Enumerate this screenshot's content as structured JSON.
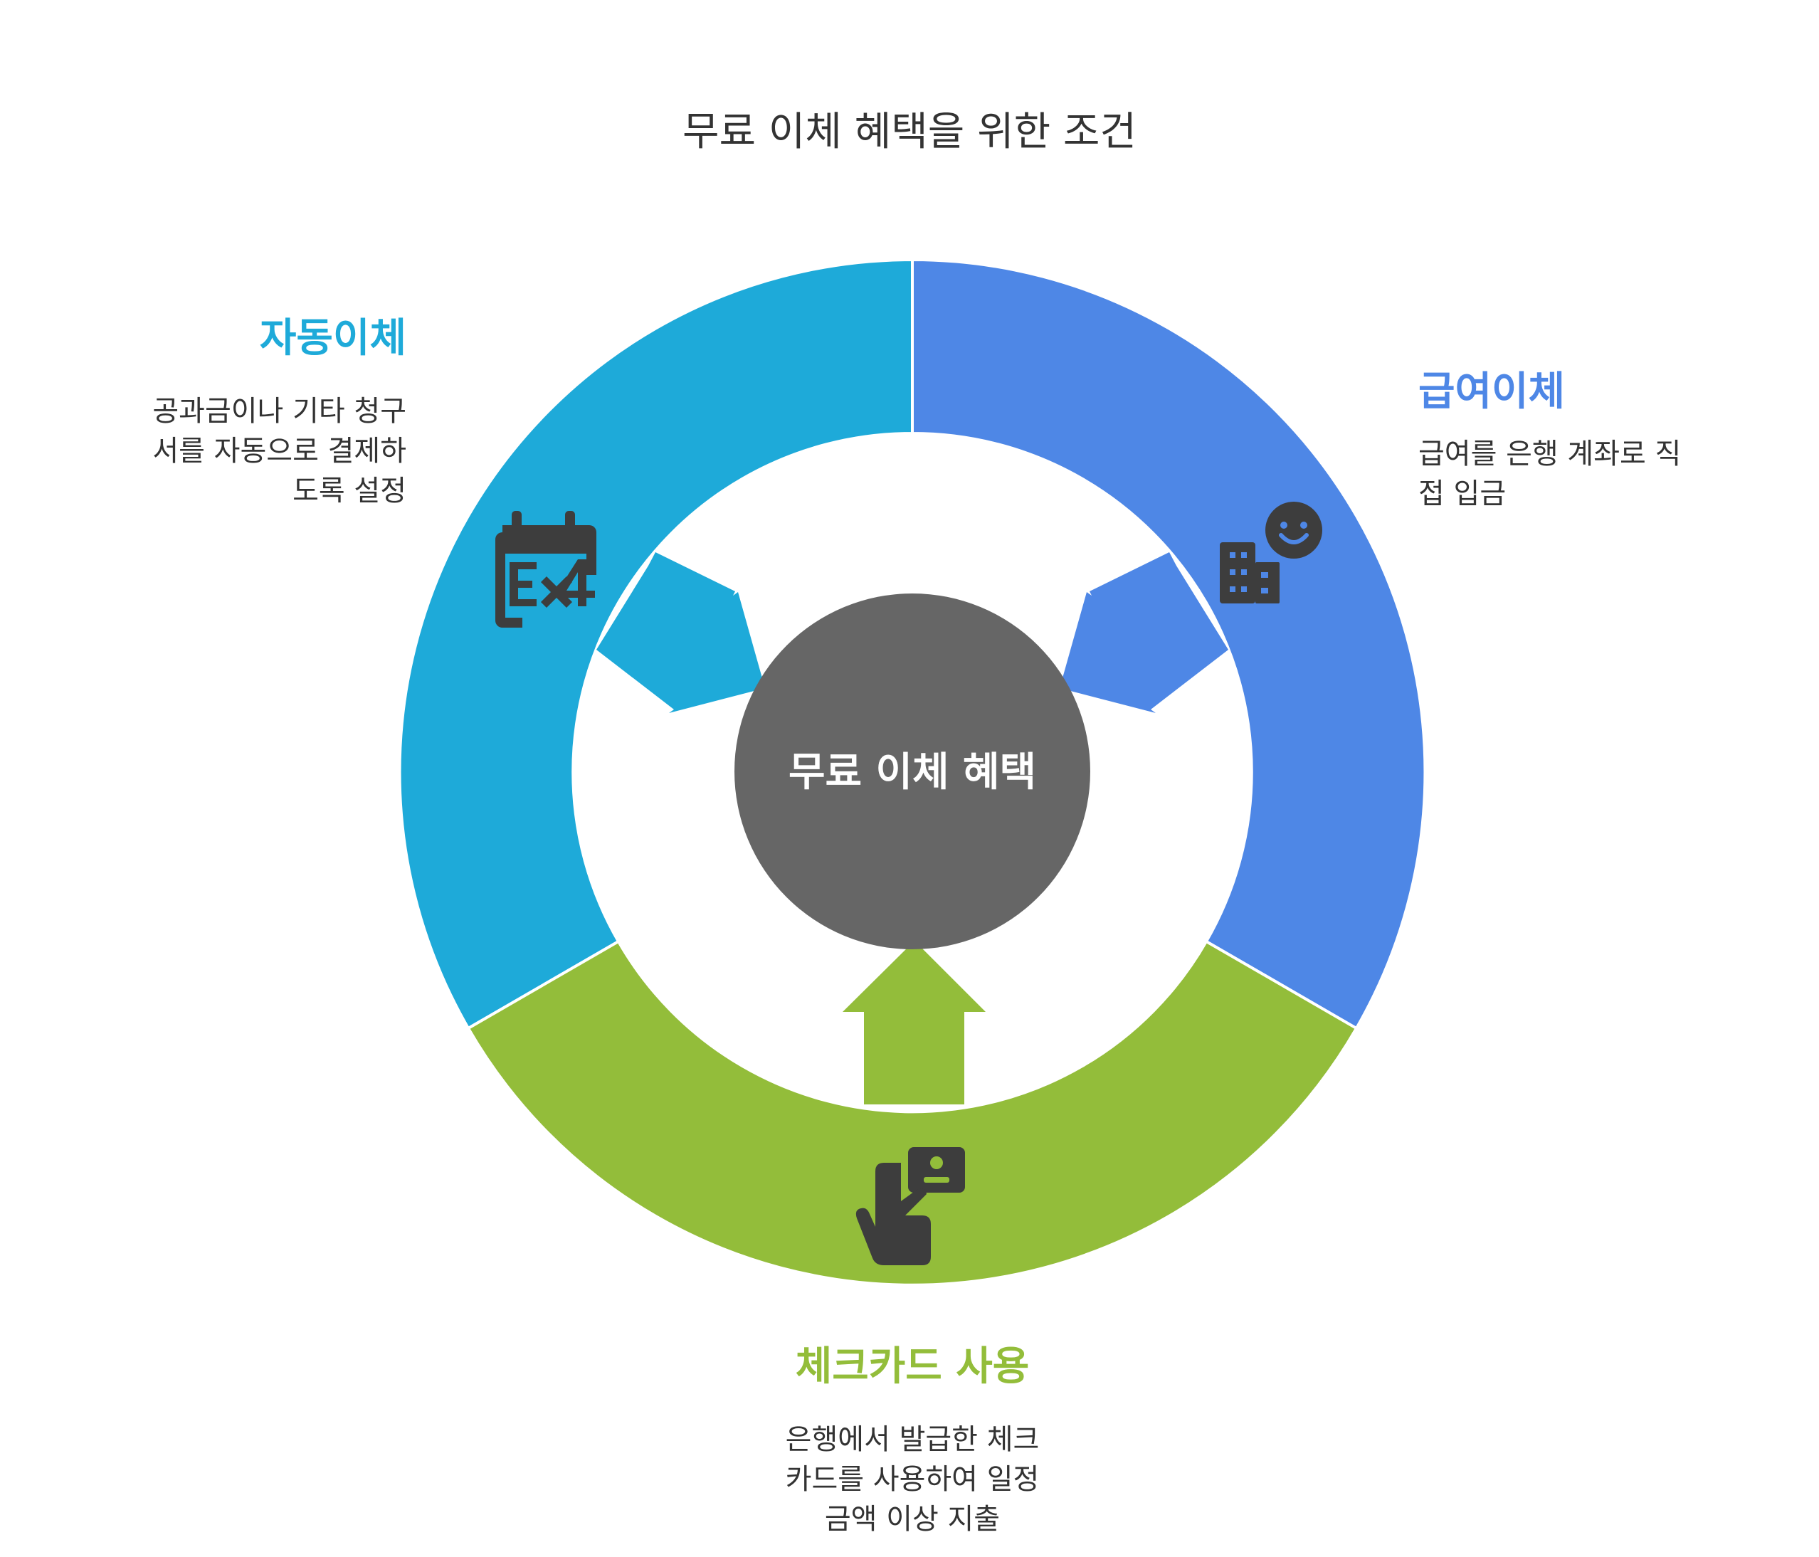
{
  "title": "무료 이체 혜택을 위한 조건",
  "center": {
    "label": "무료 이체 혜택",
    "color": "#666666"
  },
  "segments": [
    {
      "heading": "자동이체",
      "description": [
        "공과금이나 기타 청구",
        "서를 자동으로 결제하",
        "도록 설정"
      ],
      "color": "#1EAAD9",
      "icon": "calendar-icon"
    },
    {
      "heading": "급여이체",
      "description": [
        "급여를 은행 계좌로 직",
        "접 입금"
      ],
      "color": "#4E87E6",
      "icon": "building-smiley-icon"
    },
    {
      "heading": "체크카드 사용",
      "description": [
        "은행에서 발급한 체크",
        "카드를 사용하여 일정",
        "금액 이상 지출"
      ],
      "color": "#93BD3A",
      "icon": "hand-card-icon"
    }
  ]
}
